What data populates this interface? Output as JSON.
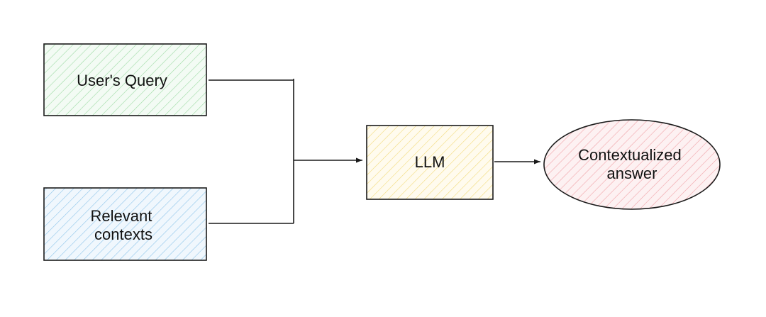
{
  "nodes": {
    "query": {
      "label": "User's Query",
      "color": "#9fdca6"
    },
    "contexts": {
      "label_lines": [
        "Relevant",
        "contexts"
      ],
      "color": "#8ec5ea"
    },
    "llm": {
      "label": "LLM",
      "color": "#f3dc7c"
    },
    "answer": {
      "label_lines": [
        "Contextualized",
        "answer"
      ],
      "color": "#f1a3a8"
    }
  },
  "colors": {
    "query_fill": "#f3fbf4",
    "contexts_fill": "#f0f7fd",
    "llm_fill": "#fffbee",
    "answer_fill": "#fdf1f2"
  }
}
